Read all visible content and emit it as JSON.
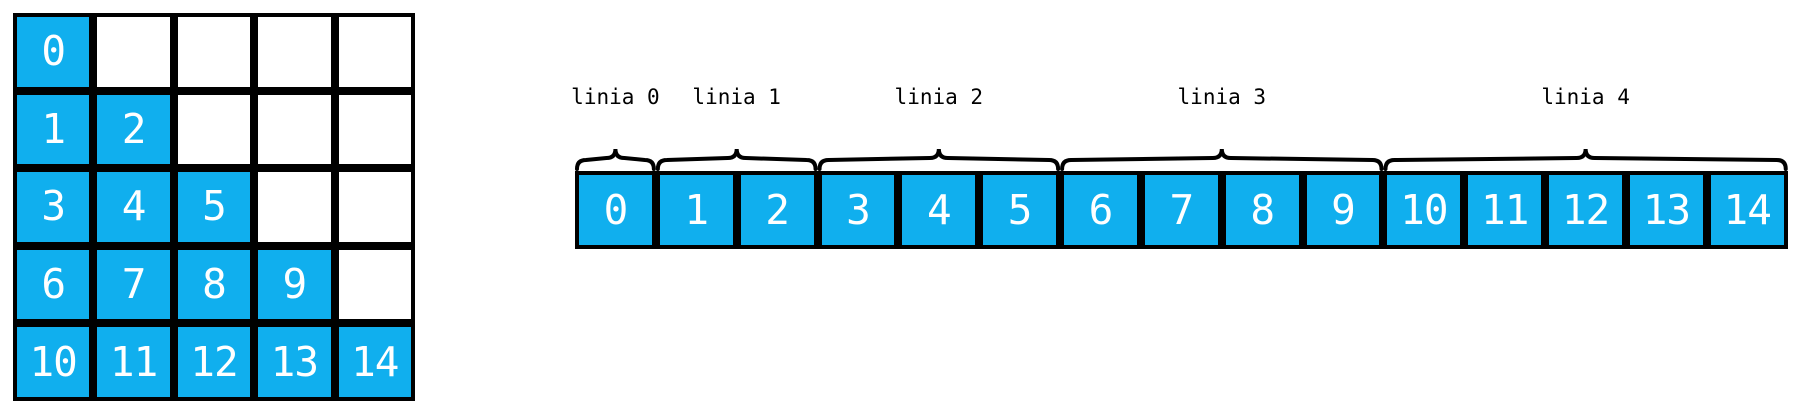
{
  "colors": {
    "cell_fill": "#10AFEE",
    "border": "#000000",
    "background": "#ffffff",
    "text_on_cell": "#ffffff",
    "label_text": "#000000"
  },
  "grid_figure": {
    "rows": 5,
    "cols": 5,
    "cells": [
      [
        {
          "value": "0",
          "filled": true
        },
        {
          "value": "",
          "filled": false
        },
        {
          "value": "",
          "filled": false
        },
        {
          "value": "",
          "filled": false
        },
        {
          "value": "",
          "filled": false
        }
      ],
      [
        {
          "value": "1",
          "filled": true
        },
        {
          "value": "2",
          "filled": true
        },
        {
          "value": "",
          "filled": false
        },
        {
          "value": "",
          "filled": false
        },
        {
          "value": "",
          "filled": false
        }
      ],
      [
        {
          "value": "3",
          "filled": true
        },
        {
          "value": "4",
          "filled": true
        },
        {
          "value": "5",
          "filled": true
        },
        {
          "value": "",
          "filled": false
        },
        {
          "value": "",
          "filled": false
        }
      ],
      [
        {
          "value": "6",
          "filled": true
        },
        {
          "value": "7",
          "filled": true
        },
        {
          "value": "8",
          "filled": true
        },
        {
          "value": "9",
          "filled": true
        },
        {
          "value": "",
          "filled": false
        }
      ],
      [
        {
          "value": "10",
          "filled": true
        },
        {
          "value": "11",
          "filled": true
        },
        {
          "value": "12",
          "filled": true
        },
        {
          "value": "13",
          "filled": true
        },
        {
          "value": "14",
          "filled": true
        }
      ]
    ]
  },
  "array_figure": {
    "cells": [
      "0",
      "1",
      "2",
      "3",
      "4",
      "5",
      "6",
      "7",
      "8",
      "9",
      "10",
      "11",
      "12",
      "13",
      "14"
    ],
    "groups": [
      {
        "label": "linia 0",
        "start": 0,
        "count": 1
      },
      {
        "label": "linia 1",
        "start": 1,
        "count": 2
      },
      {
        "label": "linia 2",
        "start": 3,
        "count": 3
      },
      {
        "label": "linia 3",
        "start": 6,
        "count": 4
      },
      {
        "label": "linia 4",
        "start": 10,
        "count": 5
      }
    ]
  }
}
